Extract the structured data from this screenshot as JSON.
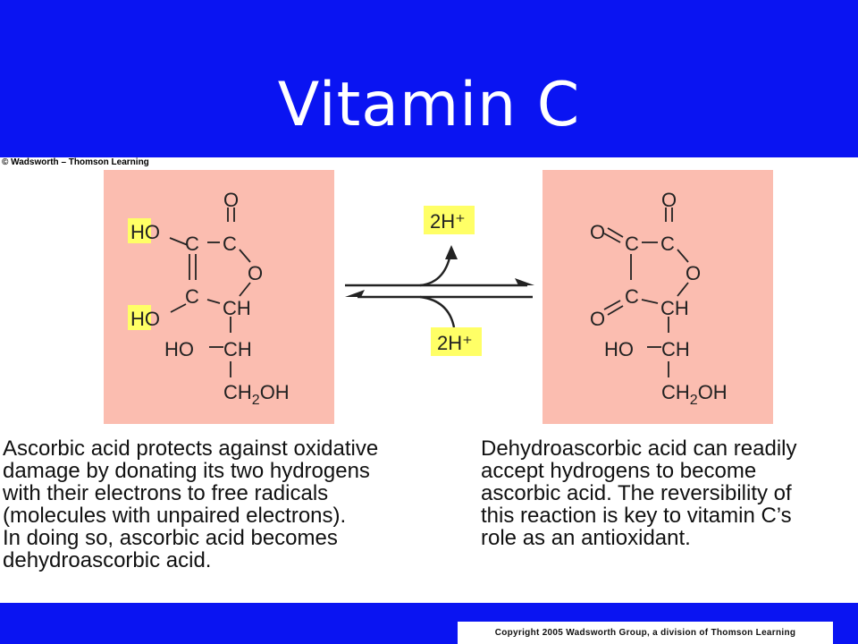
{
  "slide": {
    "title": "Vitamin C",
    "credit": "© Wadsworth – Thomson Learning",
    "copyright": "Copyright 2005 Wadsworth Group, a division of Thomson Learning"
  },
  "colors": {
    "slide_background": "#0a14f2",
    "molecule_box": "#fbbdb0",
    "hydrogen_highlight": "#ffff66"
  },
  "diagram": {
    "ascorbic": {
      "o_top": "O",
      "c_top_right": "C",
      "ho_upper": "HO",
      "c_upper_left": "C",
      "o_ring": "O",
      "c_lower_left": "C",
      "ch_ring": "CH",
      "ho_lower": "HO",
      "ho_side": "HO",
      "ch_side": "CH",
      "ch2oh": "CH"
    },
    "dehydro": {
      "o_top": "O",
      "c_top_right": "C",
      "o_left_upper": "O",
      "c_upper_left": "C",
      "o_ring": "O",
      "c_lower_left": "C",
      "ch_ring": "CH",
      "o_left_lower": "O",
      "ho_side": "HO",
      "ch_side": "CH",
      "ch2oh": "CH"
    },
    "h_top": "2H⁺",
    "h_bottom": "2H⁺"
  },
  "captions": {
    "left": "Ascorbic acid protects against oxidative\ndamage by donating its two hydrogens\nwith their electrons to free radicals\n(molecules with unpaired electrons).\nIn doing so, ascorbic acid becomes\ndehydroascorbic acid.",
    "right": "Dehydroascorbic acid can readily\naccept hydrogens to become\nascorbic acid. The reversibility of\nthis reaction is key to vitamin C’s\nrole as an antioxidant."
  }
}
